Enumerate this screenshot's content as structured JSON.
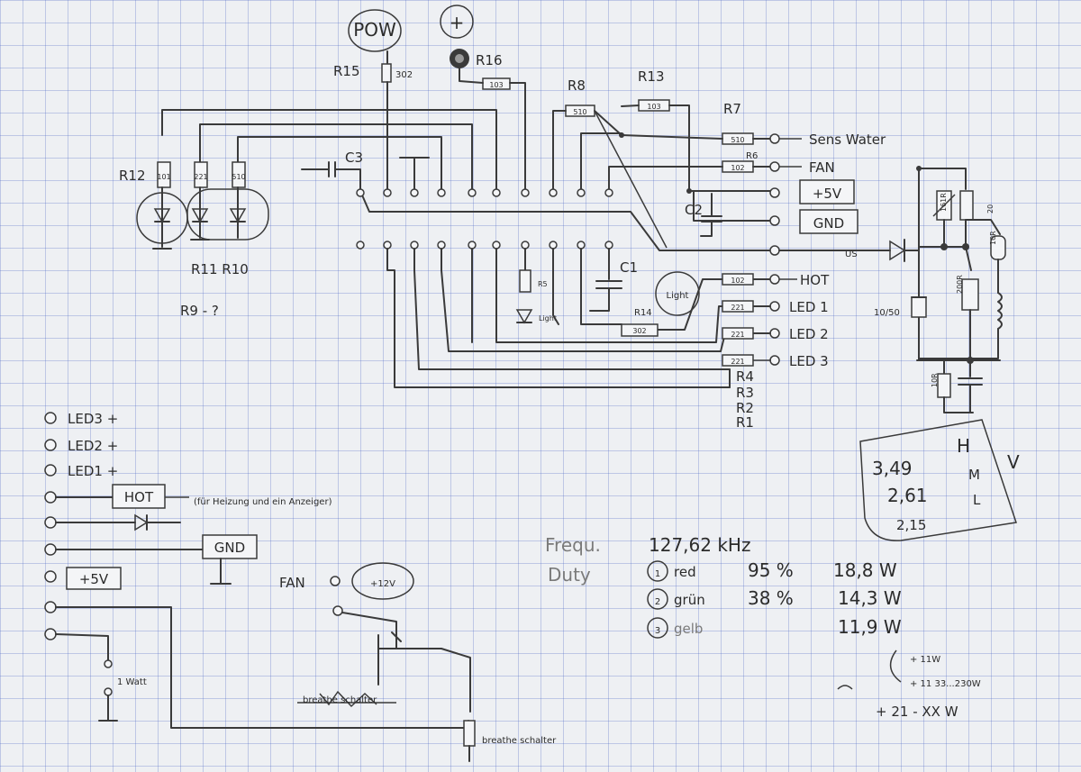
{
  "labels": {
    "pow": "POW",
    "plus": "+",
    "r15": "R15",
    "v302_top": "302",
    "r16": "R16",
    "v103_r16": "103",
    "r8": "R8",
    "v510_r8": "510",
    "r13": "R13",
    "v103_r13": "103",
    "r7": "R7",
    "v510_r7": "510",
    "r6": "R6",
    "v102_r6": "102",
    "c3": "C3",
    "r12": "R12",
    "v101": "101",
    "v221": "221",
    "v510_r10": "510",
    "r11_r10": "R11 R10",
    "r9": "R9 - ?",
    "r5": "R5",
    "c1": "C1",
    "light_circle": "Light",
    "light_led": "Light",
    "r14": "R14",
    "v302_r14": "302",
    "c2": "C2",
    "sens_water": "Sens Water",
    "fan": "FAN",
    "p5v": "+5V",
    "gnd": "GND",
    "us": "US",
    "hot": "HOT",
    "led1": "LED 1",
    "led2": "LED 2",
    "led3": "LED 3",
    "v102": "102",
    "v221_1": "221",
    "v221_2": "221",
    "v221_3": "221",
    "r4": "R4",
    "r3": "R3",
    "r2": "R2",
    "r1": "R1",
    "v161r": "161R",
    "v20": "20",
    "v10r": "10R",
    "v200r": "200R",
    "v10_50": "10/50",
    "v10r_b": "10R",
    "h": "H",
    "m": "M",
    "l": "L",
    "check": "V",
    "hot_desc": "(für Heizung und ein Anzeiger)"
  },
  "voltages": [
    "3,49",
    "2,61",
    "2,15"
  ],
  "connector_left": [
    "LED3 +",
    "LED2 +",
    "LED1 +",
    "HOT",
    "",
    "GND",
    "+5V",
    "",
    ""
  ],
  "fan_label": "FAN",
  "v12": "+12V",
  "one_watt": "1 Watt",
  "button1": "breathe schalter",
  "button2": "breathe schalter",
  "freq_label": "Frequ.",
  "freq_value": "127,62 kHz",
  "duty_label": "Duty",
  "duty": [
    {
      "n": "1",
      "color": "red",
      "pct": "95 %",
      "w": "18,8 W"
    },
    {
      "n": "2",
      "color": "grün",
      "pct": "38 %",
      "w": "14,3 W"
    },
    {
      "n": "3",
      "color": "gelb",
      "pct": "",
      "w": "11,9 W"
    }
  ],
  "note_1": "+ 11W",
  "note_2": "+ 11 33...230W",
  "note_3": "+ 21 - XX W",
  "colors": {
    "ink": "#3a3a3a",
    "grid": "#5a73c8",
    "paper": "#eef0f3"
  }
}
